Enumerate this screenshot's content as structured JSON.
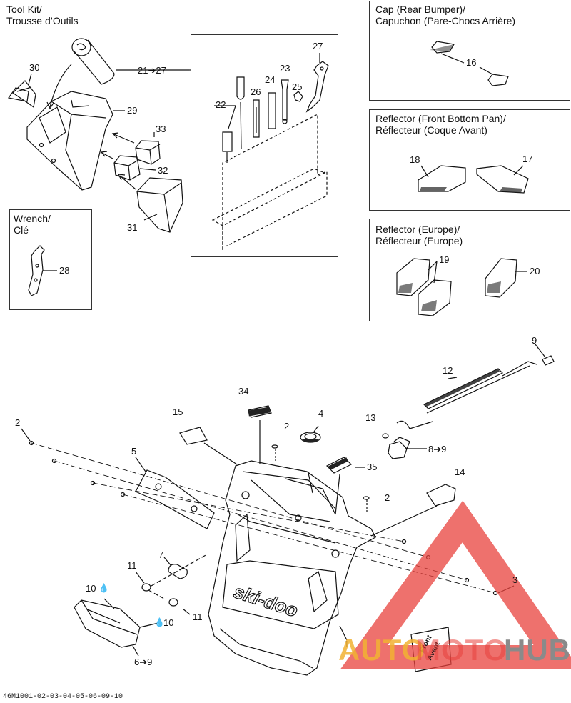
{
  "boxes": {
    "tool_kit": {
      "title1": "Tool Kit/",
      "title2": "Trousse d’Outils"
    },
    "wrench": {
      "title1": "Wrench/",
      "title2": "Clé"
    },
    "cap": {
      "title1": "Cap (Rear Bumper)/",
      "title2": "Capuchon (Pare-Chocs Arrière)"
    },
    "reflector_front": {
      "title1": "Reflector (Front Bottom Pan)/",
      "title2": "Réflecteur (Coque Avant)"
    },
    "reflector_europe": {
      "title1": "Reflector (Europe)/",
      "title2": "Réflecteur (Europe)"
    }
  },
  "callouts": {
    "c30": "30",
    "c21": "21➔27",
    "c29": "29",
    "c33": "33",
    "c32": "32",
    "c31": "31",
    "c27": "27",
    "c23": "23",
    "c24": "24",
    "c25": "25",
    "c26": "26",
    "c22": "22",
    "c28": "28",
    "c16": "16",
    "c18": "18",
    "c17": "17",
    "c19": "19",
    "c20": "20",
    "c9": "9",
    "c12": "12",
    "c13": "13",
    "c8": "8➔9",
    "c4": "4",
    "c34": "34",
    "c15": "15",
    "c2a": "2",
    "c2b": "2",
    "c2c": "2",
    "c5": "5",
    "c35": "35",
    "c14": "14",
    "c7": "7",
    "c11a": "11",
    "c11b": "11",
    "c10a": "10",
    "c10b": "10",
    "c3": "3",
    "c1": "1",
    "c6": "6➔9"
  },
  "logo_text": {
    "front": "Front",
    "avant": "Avant",
    "skidoo": "ski-doo"
  },
  "watermark": {
    "auto": "AUTO",
    "moto": "MOTO",
    "hub": "HUB"
  },
  "figure_code": "46M1001-02-03-04-05-06-09-10",
  "colors": {
    "watermark_red": "#e8413c",
    "watermark_orange": "#f2b233",
    "watermark_gray": "#8a8a8a"
  }
}
